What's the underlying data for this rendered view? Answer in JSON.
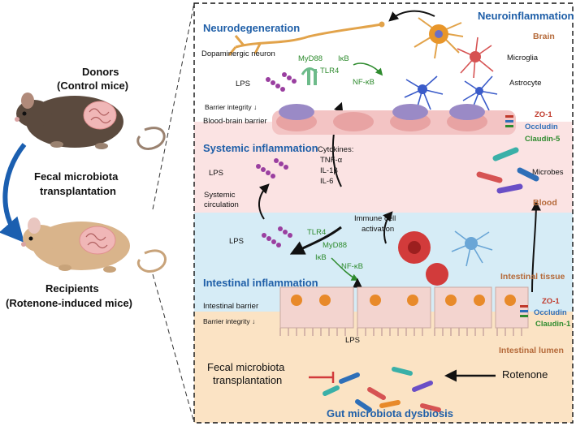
{
  "left": {
    "donors": "Donors",
    "donors_sub": "(Control mice)",
    "fmt_line1": "Fecal microbiota",
    "fmt_line2": "transplantation",
    "recipients": "Recipients",
    "recipients_sub": "(Rotenone-induced mice)"
  },
  "top": {
    "neurodegeneration": "Neurodegeneration",
    "neuroinflammation": "Neuroinflammation",
    "brain": "Brain",
    "dopaminergic_neuron": "Dopaminergic neuron",
    "myd88": "MyD88",
    "ikb": "IκB",
    "tlr4": "TLR4",
    "nfkb": "NF-κB",
    "lps": "LPS",
    "microglia": "Microglia",
    "astrocyte": "Astrocyte",
    "barrier_integrity": "Barrier integrity ↓",
    "bbb": "Blood-brain barrier",
    "zo1": "ZO-1",
    "occludin": "Occludin",
    "claudin5": "Claudin-5"
  },
  "blood": {
    "systemic_inflammation": "Systemic inflammation",
    "lps": "LPS",
    "cytokines": "Cytokines:",
    "tnf": "TNF-α",
    "il1": "IL-1β",
    "il6": "IL-6",
    "systemic_line1": "Systemic",
    "systemic_line2": "circulation",
    "microbes": "Microbes",
    "blood": "Blood"
  },
  "intestine": {
    "lps": "LPS",
    "tlr4": "TLR4",
    "myd88": "MyD88",
    "ikb": "IκB",
    "nfkb": "NF-κB",
    "immune_line1": "Immune cell",
    "immune_line2": "activation",
    "intestinal_tissue": "Intestinal tissue",
    "intestinal_inflammation": "Intestinal inflammation",
    "intestinal_barrier": "Intestinal barrier",
    "barrier_integrity": "Barrier integrity ↓",
    "zo1": "ZO-1",
    "occludin": "Occludin",
    "claudin1": "Claudin-1",
    "lps_lumen": "LPS",
    "intestinal_lumen": "Intestinal lumen",
    "fmt_line1": "Fecal microbiota",
    "fmt_line2": "transplantation",
    "rotenone": "Rotenone",
    "dysbiosis": "Gut microbiota dysbiosis"
  },
  "colors": {
    "header_blue": "#1f5fa8",
    "blood_pink": "#fbe3e3",
    "tissue_blue": "#d6ecf6",
    "lumen_orange": "#fbe3c4",
    "zo1_red": "#c0392b",
    "occludin_blue": "#2e6fb8",
    "claudin_green": "#2e8b2e",
    "brain_label": "#b56a3a"
  }
}
